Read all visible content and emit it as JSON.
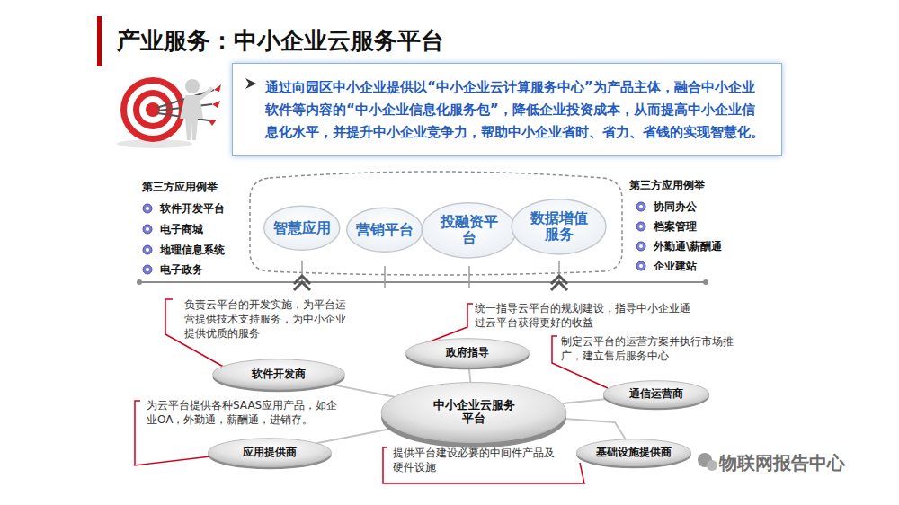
{
  "diagram": {
    "title": "产业服务：中小企业云服务平台",
    "nodes": [
      {
        "text": [
          "通过向园区中小企业提供以“中小企业云计算服务中心”为产品主体，融合中小企业软件等内容的“中小企业信息化服务包”，降低企业投资成本，从而提高中小企业信息化水平，并提升中小企业竞争力，帮助中小企业省时、省力、省钱的实现智慧化。"
        ]
      },
      {
        "text": [
          "智慧应用"
        ]
      },
      {
        "text": [
          "营销平台"
        ]
      },
      {
        "text": [
          "投融资平台"
        ]
      },
      {
        "text": [
          "数据增值服务"
        ]
      },
      {
        "text": [
          "软件开发商"
        ]
      },
      {
        "text": [
          "政府指导"
        ]
      },
      {
        "text": [
          "中小企业云服务平台"
        ]
      },
      {
        "text": [
          "通信运营商"
        ]
      },
      {
        "text": [
          "应用提供商"
        ]
      },
      {
        "text": [
          "基础设施提供商"
        ]
      }
    ],
    "edges": [
      {
        "from": 7,
        "to": 5,
        "arrow": "none"
      },
      {
        "from": 7,
        "to": 6,
        "arrow": "none"
      },
      {
        "from": 7,
        "to": 8,
        "arrow": "none"
      },
      {
        "from": 7,
        "to": 9,
        "arrow": "none"
      },
      {
        "from": 7,
        "to": 10,
        "arrow": "none"
      }
    ],
    "labels": [
      "第三方应用例举",
      "软件开发平台",
      "电子商城",
      "地理信息系统",
      "电子政务",
      "第三方应用例举",
      "协同办公",
      "档案管理",
      "外勤通\\薪酬通",
      "企业建站",
      "负责云平台的开发实施，为平台运营提供技术支持服务，为中小企业提供优质的服务",
      "统一指导云平台的规划建设，指导中小企业通过云平台获得更好的收益",
      "制定云平台的运营方案并执行市场推广，建立售后服务中心",
      "为云平台提供各种SAAS应用产品，如企业OA，外勤通，薪酬通，进销存。",
      "提供平台建设必要的中间件产品及硬件设施",
      "物联网报告中心"
    ]
  }
}
